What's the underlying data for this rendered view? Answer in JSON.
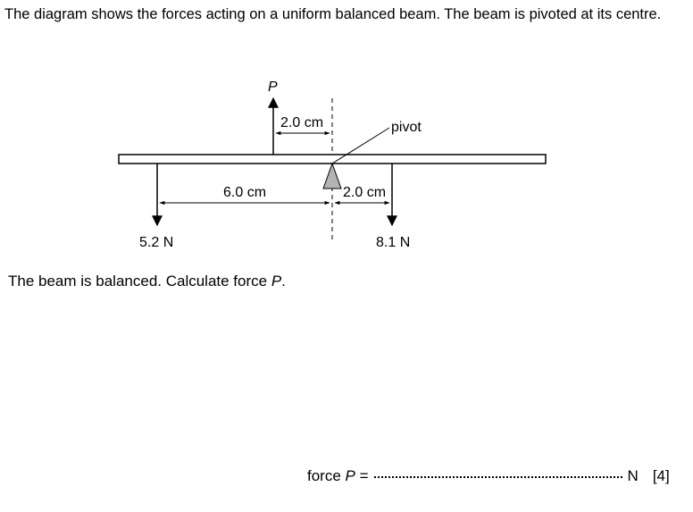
{
  "intro": "The diagram shows the forces acting on a uniform balanced beam. The beam is pivoted at its centre.",
  "diagram": {
    "label_p": "P",
    "label_p_dist": "2.0 cm",
    "label_pivot": "pivot",
    "label_left_dist": "6.0 cm",
    "label_right_dist": "2.0 cm",
    "label_left_force": "5.2 N",
    "label_right_force": "8.1 N"
  },
  "question": {
    "prefix": "The beam is balanced. Calculate force ",
    "var": "P",
    "suffix": "."
  },
  "answer": {
    "label_prefix": "force ",
    "label_var": "P",
    "label_suffix": " =",
    "unit": "N",
    "marks": "[4]"
  }
}
